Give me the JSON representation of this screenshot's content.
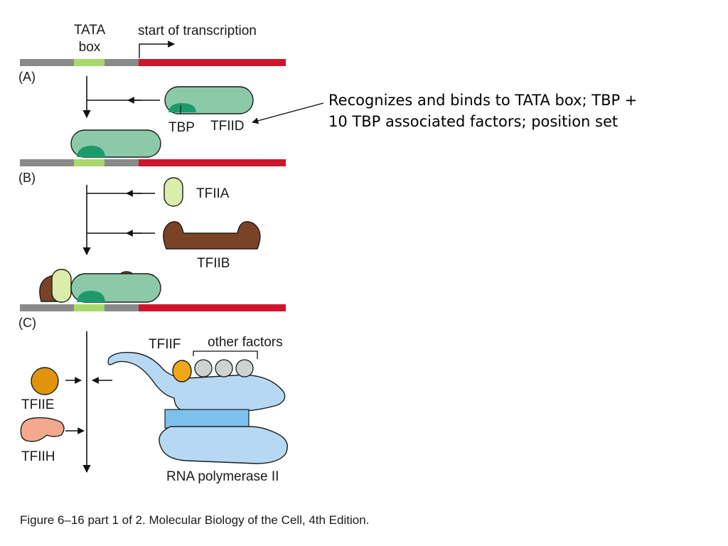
{
  "labels": {
    "tata_line1": "TATA",
    "tata_line2": "box",
    "start": "start of transcription",
    "panel_a": "(A)",
    "panel_b": "(B)",
    "panel_c": "(C)",
    "tbp": "TBP",
    "tfiid": "TFIID",
    "tfiia": "TFIIA",
    "tfiib": "TFIIB",
    "tfiif": "TFIIF",
    "other_factors": "other factors",
    "tfiie": "TFIIE",
    "tfiih": "TFIIH",
    "rna_pol": "RNA polymerase II"
  },
  "annotation": {
    "line1": "Recognizes and binds to TATA box; TBP +",
    "line2": "10 TBP associated factors; position set"
  },
  "caption": "Figure 6–16 part 1 of 2. Molecular Biology of the Cell, 4th Edition.",
  "colors": {
    "dna_gray": "#8a8a8a",
    "tata_green": "#a8d86a",
    "transcribed_red": "#d0142c",
    "tfiid": "#8cc9a8",
    "tbp": "#1b9a6c",
    "tfiia": "#dcecab",
    "tfiib": "#7a4326",
    "tfiie": "#e0940c",
    "tfiih": "#f2a98e",
    "tfiif": "#f0a81a",
    "other_factors": "#cfd3cf",
    "polymerase": "#b6d8f2",
    "polymerase_core": "#7cc0ee"
  }
}
